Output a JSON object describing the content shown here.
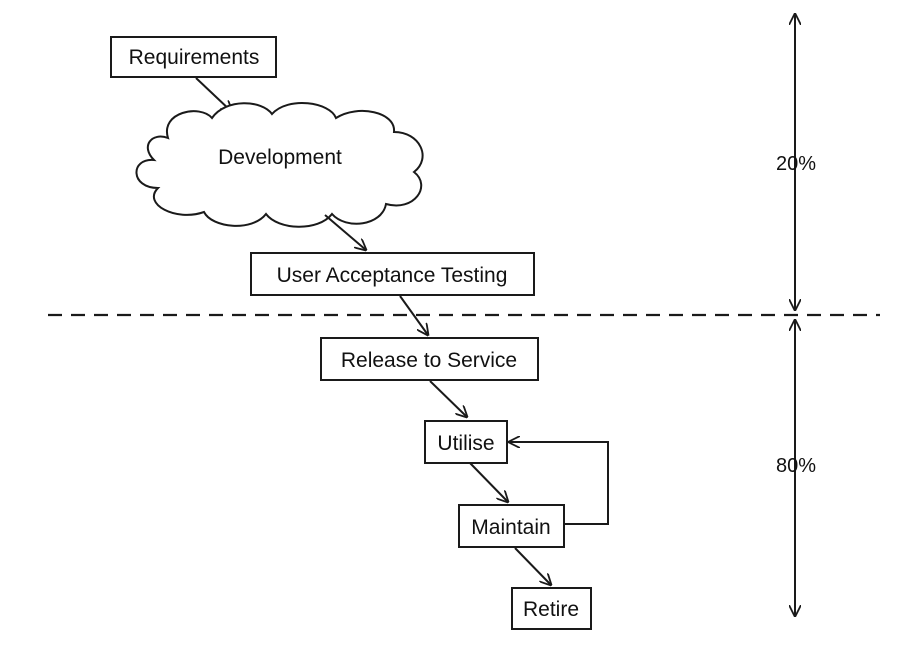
{
  "colors": {
    "background": "#ffffff",
    "stroke": "#1a1a1a",
    "text": "#111111"
  },
  "nodes": {
    "requirements": "Requirements",
    "development": "Development",
    "uat": "User Acceptance Testing",
    "release": "Release to Service",
    "utilise": "Utilise",
    "maintain": "Maintain",
    "retire": "Retire"
  },
  "scale": {
    "upper_percent": "20%",
    "lower_percent": "80%"
  }
}
